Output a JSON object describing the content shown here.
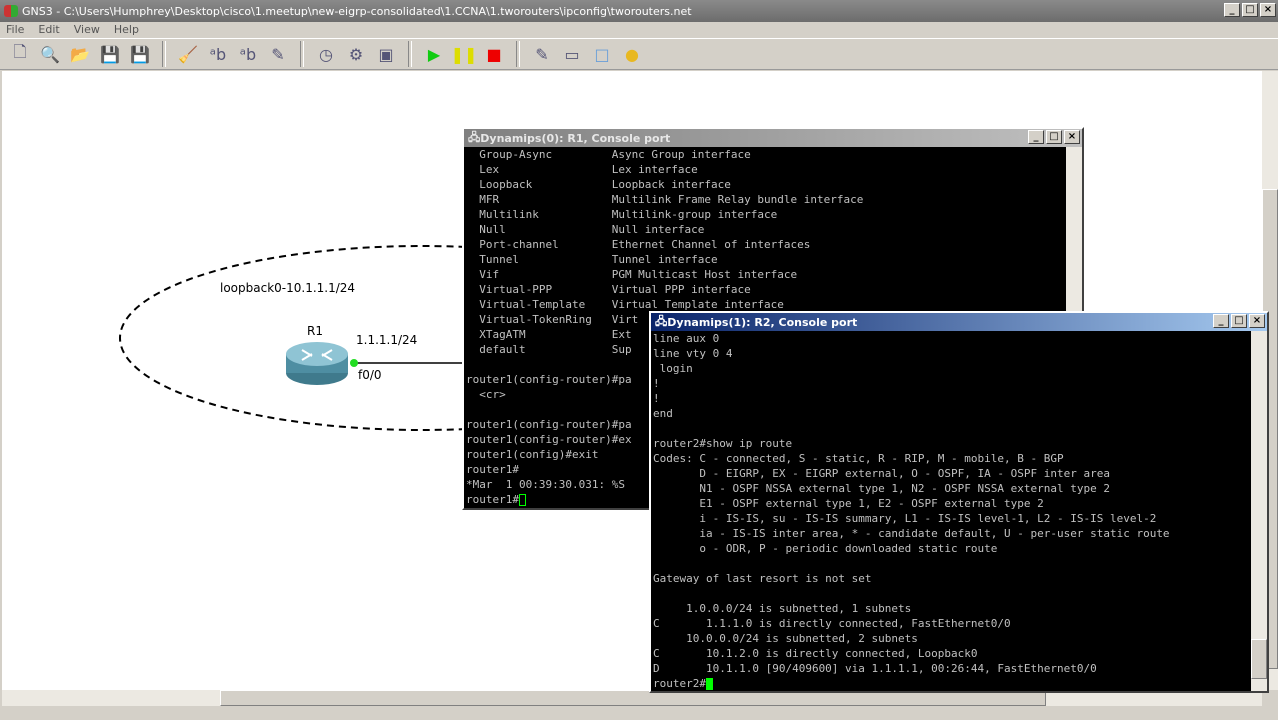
{
  "window": {
    "title": "GNS3 - C:\\Users\\Humphrey\\Desktop\\cisco\\1.meetup\\new-eigrp-consolidated\\1.CCNA\\1.tworouters\\ipconfig\\tworouters.net"
  },
  "menu": [
    "File",
    "Edit",
    "View",
    "Help"
  ],
  "toolbar": [
    {
      "name": "new-icon",
      "glyph": "🗋"
    },
    {
      "name": "open-icon",
      "glyph": "🔍"
    },
    {
      "name": "folder-icon",
      "glyph": "📂"
    },
    {
      "name": "save-icon",
      "glyph": "💾"
    },
    {
      "name": "save-as-icon",
      "glyph": "💾"
    },
    {
      "name": "clear-icon",
      "glyph": "🧹"
    },
    {
      "name": "show-names-icon",
      "glyph": "ᵃb"
    },
    {
      "name": "show-interfaces-icon",
      "glyph": "ᵃb"
    },
    {
      "name": "capture-icon",
      "glyph": "✎"
    },
    {
      "name": "clock-icon",
      "glyph": "◷"
    },
    {
      "name": "snapshot-icon",
      "glyph": "⚙"
    },
    {
      "name": "console-icon",
      "glyph": "▣"
    },
    {
      "name": "start-icon",
      "glyph": "▶"
    },
    {
      "name": "pause-icon",
      "glyph": "❚❚"
    },
    {
      "name": "stop-icon",
      "glyph": "■"
    },
    {
      "name": "note-icon",
      "glyph": "✎"
    },
    {
      "name": "picture-icon",
      "glyph": "▭"
    },
    {
      "name": "rectangle-icon",
      "glyph": "□"
    },
    {
      "name": "ellipse-icon",
      "glyph": "●"
    }
  ],
  "topology": {
    "router_name": "R1",
    "loopback_label": "loopback0-10.1.1.1/24",
    "ip_label": "1.1.1.1/24",
    "interface_label": "f0/0"
  },
  "r1": {
    "title": "Dynamips(0): R1, Console port",
    "lines": [
      "  Group-Async         Async Group interface",
      "  Lex                 Lex interface",
      "  Loopback            Loopback interface",
      "  MFR                 Multilink Frame Relay bundle interface",
      "  Multilink           Multilink-group interface",
      "  Null                Null interface",
      "  Port-channel        Ethernet Channel of interfaces",
      "  Tunnel              Tunnel interface",
      "  Vif                 PGM Multicast Host interface",
      "  Virtual-PPP         Virtual PPP interface",
      "  Virtual-Template    Virtual Template interface",
      "  Virtual-TokenRing   Virt",
      "  XTagATM             Ext",
      "  default             Sup",
      "",
      "router1(config-router)#pa",
      "  <cr>",
      "",
      "router1(config-router)#pa",
      "router1(config-router)#ex",
      "router1(config)#exit",
      "router1#",
      "*Mar  1 00:39:30.031: %S"
    ],
    "prompt": "router1#"
  },
  "r2": {
    "title": "Dynamips(1): R2, Console port",
    "lines": [
      "line aux 0",
      "line vty 0 4",
      " login",
      "!",
      "!",
      "end",
      "",
      "router2#show ip route",
      "Codes: C - connected, S - static, R - RIP, M - mobile, B - BGP",
      "       D - EIGRP, EX - EIGRP external, O - OSPF, IA - OSPF inter area",
      "       N1 - OSPF NSSA external type 1, N2 - OSPF NSSA external type 2",
      "       E1 - OSPF external type 1, E2 - OSPF external type 2",
      "       i - IS-IS, su - IS-IS summary, L1 - IS-IS level-1, L2 - IS-IS level-2",
      "       ia - IS-IS inter area, * - candidate default, U - per-user static route",
      "       o - ODR, P - periodic downloaded static route",
      "",
      "Gateway of last resort is not set",
      "",
      "     1.0.0.0/24 is subnetted, 1 subnets",
      "C       1.1.1.0 is directly connected, FastEthernet0/0",
      "     10.0.0.0/24 is subnetted, 2 subnets",
      "C       10.1.2.0 is directly connected, Loopback0",
      "D       10.1.1.0 [90/409600] via 1.1.1.1, 00:26:44, FastEthernet0/0"
    ],
    "prompt": "router2#"
  },
  "colors": {
    "console_bg": "#000000",
    "console_text": "#c0c0c0",
    "cursor": "#00ff00",
    "link_dot": "#22dd22"
  }
}
